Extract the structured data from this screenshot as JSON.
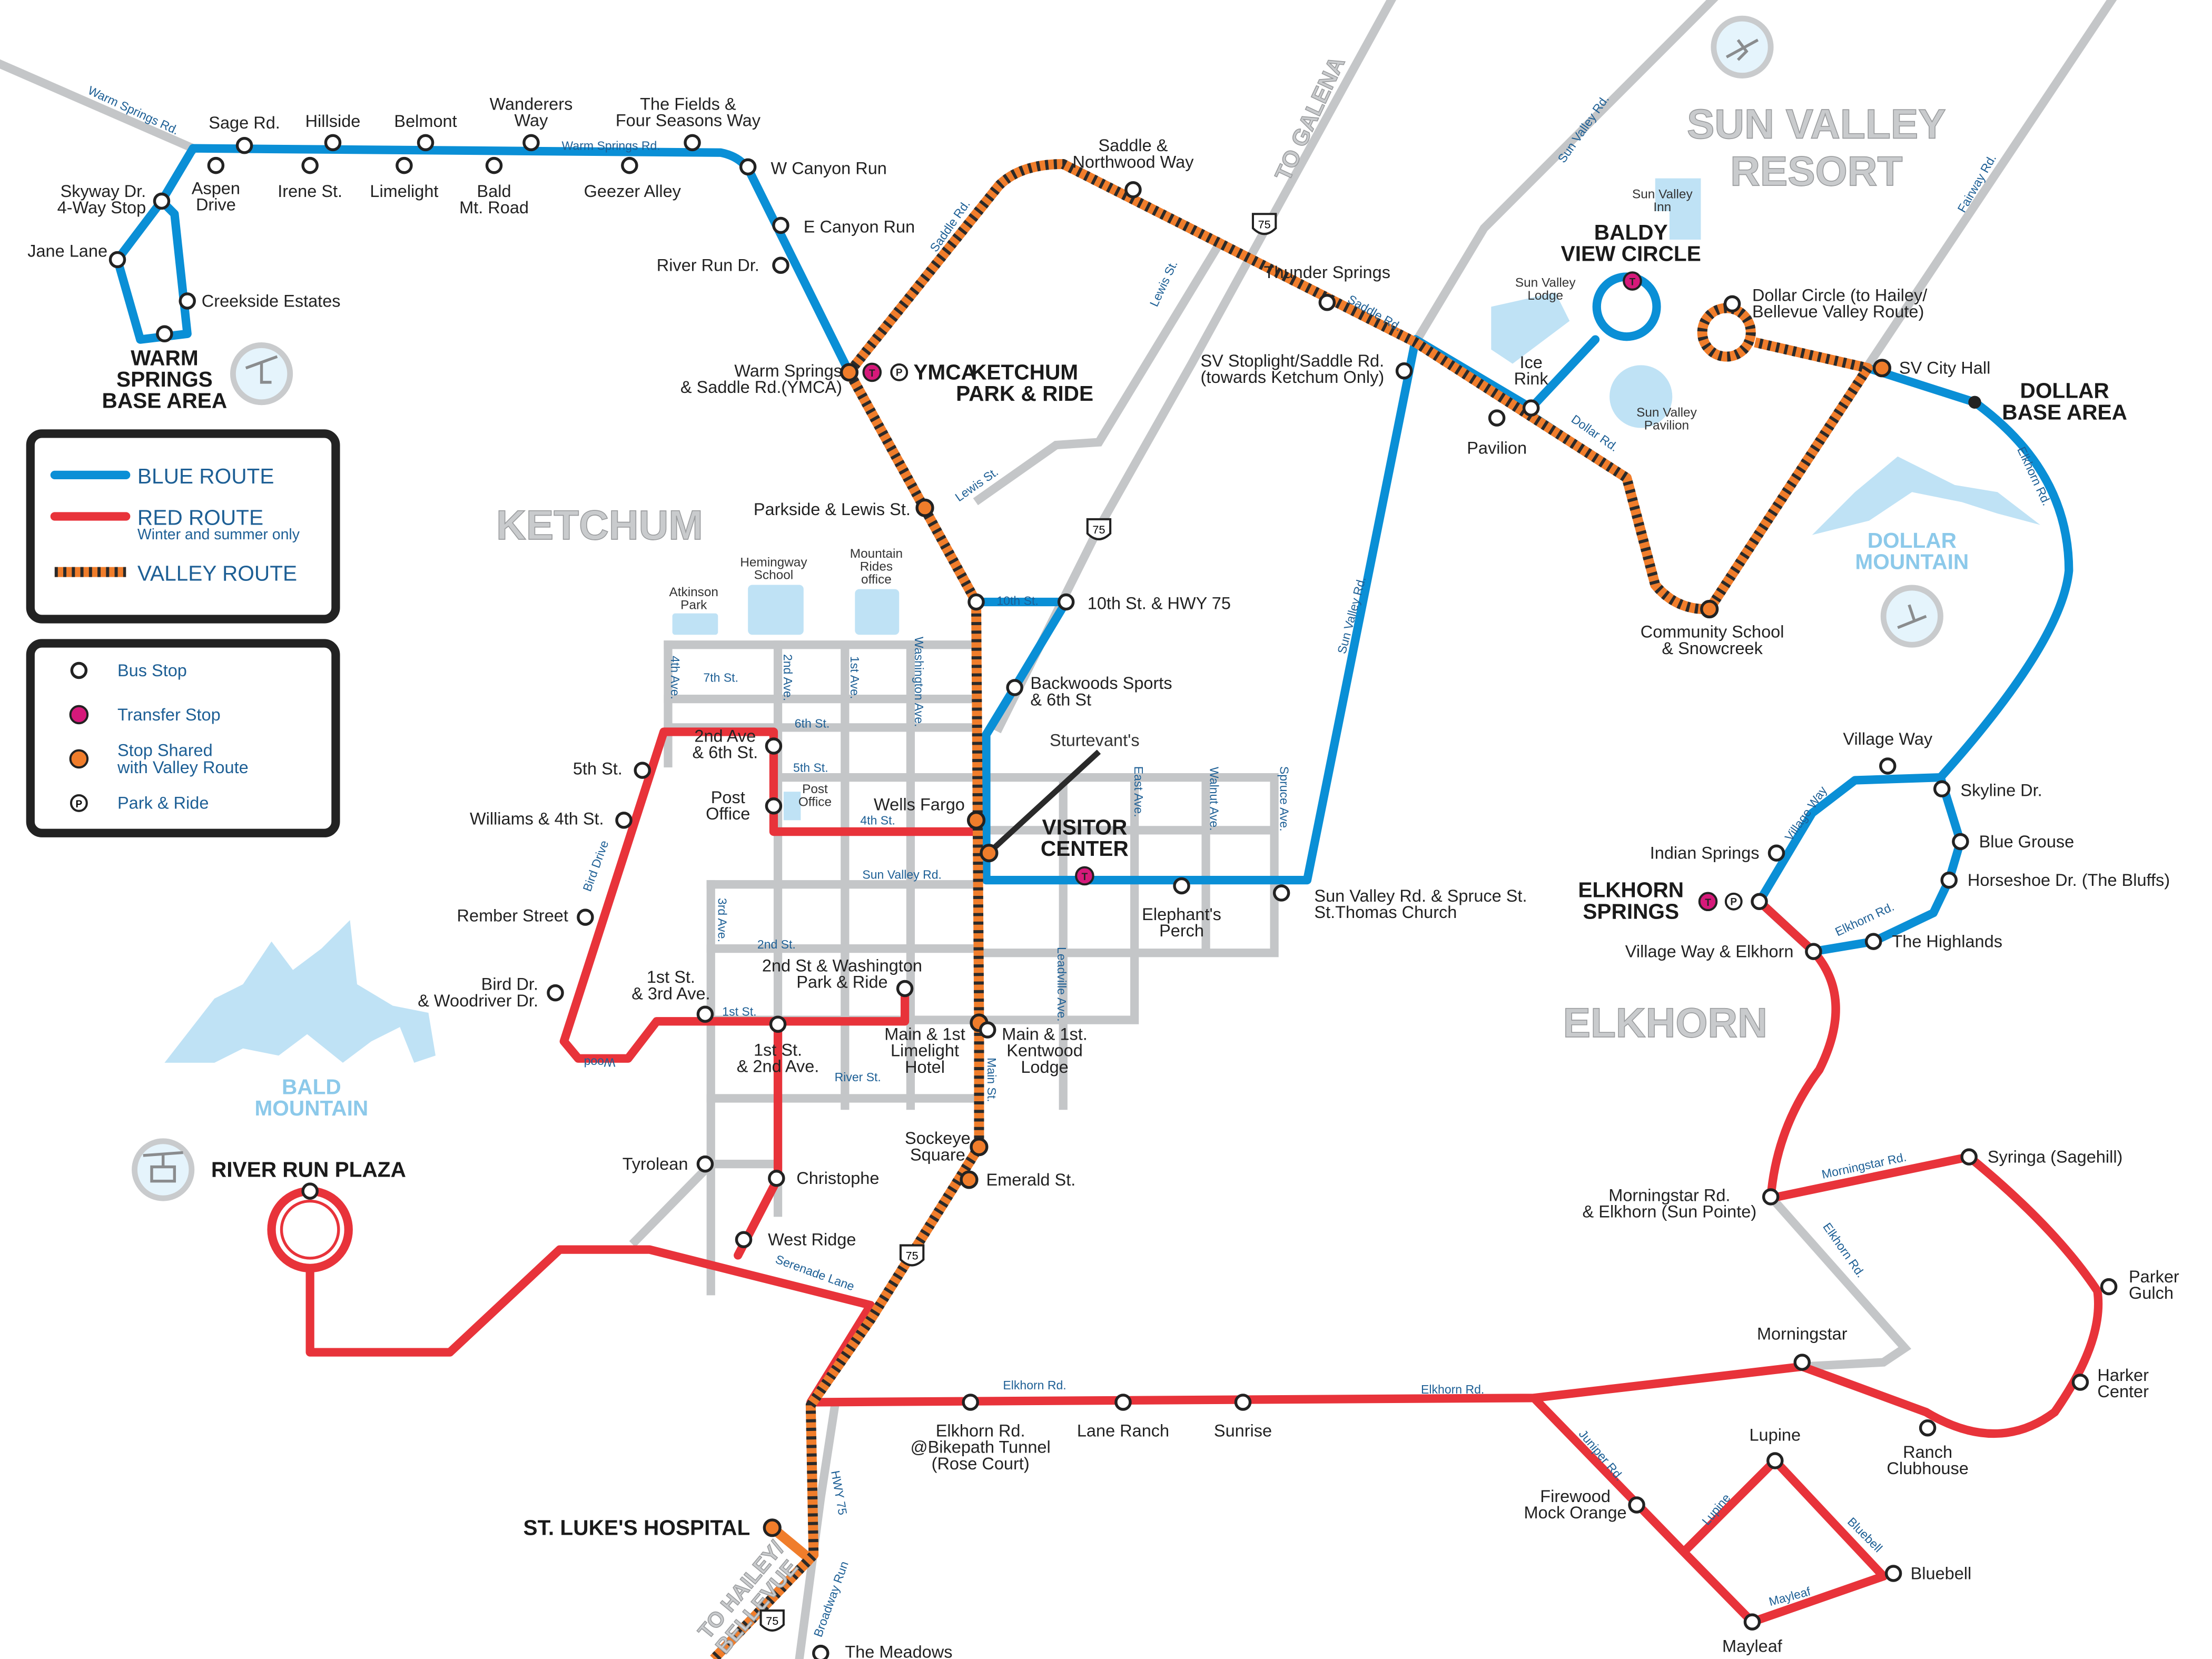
{
  "legend": {
    "blue_route": "BLUE ROUTE",
    "red_route": "RED ROUTE",
    "red_note": "Winter and summer only",
    "valley_route": "VALLEY ROUTE",
    "bus_stop": "Bus Stop",
    "transfer_stop": "Transfer Stop",
    "shared_stop": "Stop Shared\nwith Valley Route",
    "park_ride": "Park & Ride",
    "colors": {
      "blue": "#0a8fd6",
      "red": "#e8333a",
      "valley": "#f07d2b",
      "transfer": "#d6197a"
    }
  },
  "areas": [
    "KETCHUM",
    "SUN VALLEY\nRESORT",
    "ELKHORN"
  ],
  "mountains": [
    "DOLLAR\nMOUNTAIN",
    "BALD\nMOUNTAIN"
  ],
  "places": [
    "WARM\nSPRINGS\nBASE AREA",
    "BALDY\nVIEW CIRCLE",
    "YMCA",
    "KETCHUM\nPARK & RIDE",
    "VISITOR\nCENTER",
    "DOLLAR\nBASE AREA",
    "ELKHORN\nSPRINGS",
    "RIVER RUN PLAZA",
    "ST. LUKE'S HOSPITAL"
  ],
  "highways": {
    "to_galena": "TO GALENA",
    "to_hailey": "TO HAILEY/\nBELLEVUE",
    "shield": "75"
  },
  "streets": [
    "Warm Springs Rd.",
    "Warm Springs Rd.",
    "Saddle Rd.",
    "Lewis St.",
    "Lewis St.",
    "10th St.",
    "Sun Valley Rd.",
    "Fairway Rd.",
    "Saddle Rd.",
    "Dollar Rd.",
    "Elkhorn Rd.",
    "Sun Valley Rd.",
    "Village Way",
    "Elkhorn Rd.",
    "Morningstar Rd.",
    "Elkhorn Rd.",
    "Elkhorn Rd.",
    "Elkhorn Rd.",
    "Juniper Rd.",
    "Lupine",
    "Bluebell",
    "Mayleaf",
    "Serenade Lane",
    "HWY 75",
    "Broadway Run",
    "4th Ave.",
    "7th St.",
    "2nd Ave.",
    "1st Ave.",
    "Washington Ave.",
    "6th St.",
    "5th St.",
    "4th St.",
    "Sun Valley Rd.",
    "3rd Ave.",
    "2nd St.",
    "1st St.",
    "River St.",
    "Main St.",
    "Leadville Ave.",
    "East Ave.",
    "Walnut Ave.",
    "Spruce Ave.",
    "Bird Drive",
    "Wood"
  ],
  "grounds": [
    "Atkinson\nPark",
    "Hemingway\nSchool",
    "Mountain\nRides\noffice",
    "Post\nOffice",
    "Sun Valley\nInn",
    "Sun Valley\nLodge",
    "Sun Valley\nPavilion",
    "Sturtevant's"
  ],
  "stops": [
    {
      "name": "Sage Rd.",
      "type": "bus"
    },
    {
      "name": "Hillside",
      "type": "bus"
    },
    {
      "name": "Belmont",
      "type": "bus"
    },
    {
      "name": "Wanderers\nWay",
      "type": "bus"
    },
    {
      "name": "The Fields &\nFour Seasons Way",
      "type": "bus"
    },
    {
      "name": "Aspen\nDrive",
      "type": "bus"
    },
    {
      "name": "Irene St.",
      "type": "bus"
    },
    {
      "name": "Limelight",
      "type": "bus"
    },
    {
      "name": "Bald\nMt. Road",
      "type": "bus"
    },
    {
      "name": "Geezer Alley",
      "type": "bus"
    },
    {
      "name": "W Canyon Run",
      "type": "bus"
    },
    {
      "name": "E Canyon Run",
      "type": "bus"
    },
    {
      "name": "River Run Dr.",
      "type": "bus"
    },
    {
      "name": "Skyway Dr.\n4-Way Stop",
      "type": "bus"
    },
    {
      "name": "Jane Lane",
      "type": "bus"
    },
    {
      "name": "Creekside Estates",
      "type": "bus"
    },
    {
      "type": "bus"
    },
    {
      "name": "Warm Springs\n& Saddle Rd.(YMCA)",
      "type": "shared"
    },
    {
      "type": "transfer"
    },
    {
      "type": "park"
    },
    {
      "name": "Parkside & Lewis St.",
      "type": "shared"
    },
    {
      "type": "bus"
    },
    {
      "name": "10th St. & HWY 75",
      "type": "bus"
    },
    {
      "name": "Backwoods Sports\n& 6th St",
      "type": "bus"
    },
    {
      "type": "shared"
    },
    {
      "type": "transfer"
    },
    {
      "name": "Elephant's\nPerch",
      "type": "bus"
    },
    {
      "name": "Sun Valley Rd. & Spruce St.\nSt.Thomas Church",
      "type": "bus"
    },
    {
      "name": "SV Stoplight/Saddle Rd.\n(towards Ketchum Only)",
      "type": "bus"
    },
    {
      "name": "Pavilion",
      "type": "bus"
    },
    {
      "name": "Ice\nRink",
      "type": "bus"
    },
    {
      "type": "transfer"
    },
    {
      "name": "SV City Hall",
      "type": "shared"
    },
    {
      "type": "terminal"
    },
    {
      "name": "Village Way",
      "type": "bus"
    },
    {
      "name": "Skyline Dr.",
      "type": "bus"
    },
    {
      "name": "Blue Grouse",
      "type": "bus"
    },
    {
      "name": "Horseshoe Dr. (The Bluffs)",
      "type": "bus"
    },
    {
      "name": "The Highlands",
      "type": "bus"
    },
    {
      "name": "Indian Springs",
      "type": "bus"
    },
    {
      "type": "transfer"
    },
    {
      "type": "park"
    },
    {
      "type": "bus"
    },
    {
      "name": "Village Way & Elkhorn",
      "type": "bus"
    },
    {
      "name": "Saddle &\nNorthwood Way",
      "type": "bus"
    },
    {
      "name": "Thunder Springs",
      "type": "bus"
    },
    {
      "name": "Community School\n& Snowcreek",
      "type": "shared"
    },
    {
      "name": "Dollar Circle (to Hailey/\nBellevue Valley Route)",
      "type": "bus"
    },
    {
      "name": "Wells Fargo",
      "type": "shared"
    },
    {
      "name": "Main & 1st\nLimelight\nHotel",
      "type": "shared"
    },
    {
      "name": "Main & 1st.\nKentwood\nLodge",
      "type": "bus"
    },
    {
      "name": "Sockeye\nSquare",
      "type": "shared"
    },
    {
      "name": "Emerald St.",
      "type": "shared"
    },
    {
      "type": "shared"
    },
    {
      "name": "2nd Ave\n& 6th St.",
      "type": "bus"
    },
    {
      "name": "Post\nOffice",
      "type": "bus"
    },
    {
      "name": "5th St.",
      "type": "bus"
    },
    {
      "name": "Williams & 4th St.",
      "type": "bus"
    },
    {
      "name": "Rember Street",
      "type": "bus"
    },
    {
      "name": "Bird Dr.\n& Woodriver Dr.",
      "type": "bus"
    },
    {
      "name": "1st St.\n& 3rd Ave.",
      "type": "bus"
    },
    {
      "name": "1st St.\n& 2nd Ave.",
      "type": "bus"
    },
    {
      "name": "2nd St & Washington\nPark & Ride",
      "type": "bus"
    },
    {
      "name": "Tyrolean",
      "type": "bus"
    },
    {
      "name": "Christophe",
      "type": "bus"
    },
    {
      "name": "West Ridge",
      "type": "bus"
    },
    {
      "type": "bus"
    },
    {
      "name": "Elkhorn Rd.\n@Bikepath Tunnel\n(Rose Court)",
      "type": "bus"
    },
    {
      "name": "Lane Ranch",
      "type": "bus"
    },
    {
      "name": "Sunrise",
      "type": "bus"
    },
    {
      "name": "Morningstar",
      "type": "bus"
    },
    {
      "name": "Morningstar Rd.\n& Elkhorn (Sun Pointe)",
      "type": "bus"
    },
    {
      "name": "Syringa (Sagehill)",
      "type": "bus"
    },
    {
      "name": "Parker\nGulch",
      "type": "bus"
    },
    {
      "name": "Harker\nCenter",
      "type": "bus"
    },
    {
      "name": "Ranch\nClubhouse",
      "type": "bus"
    },
    {
      "name": "Lupine",
      "type": "bus"
    },
    {
      "name": "Firewood\nMock Orange",
      "type": "bus"
    },
    {
      "name": "Bluebell",
      "type": "bus"
    },
    {
      "name": "Mayleaf",
      "type": "bus"
    },
    {
      "name": "The Meadows",
      "type": "bus"
    }
  ]
}
